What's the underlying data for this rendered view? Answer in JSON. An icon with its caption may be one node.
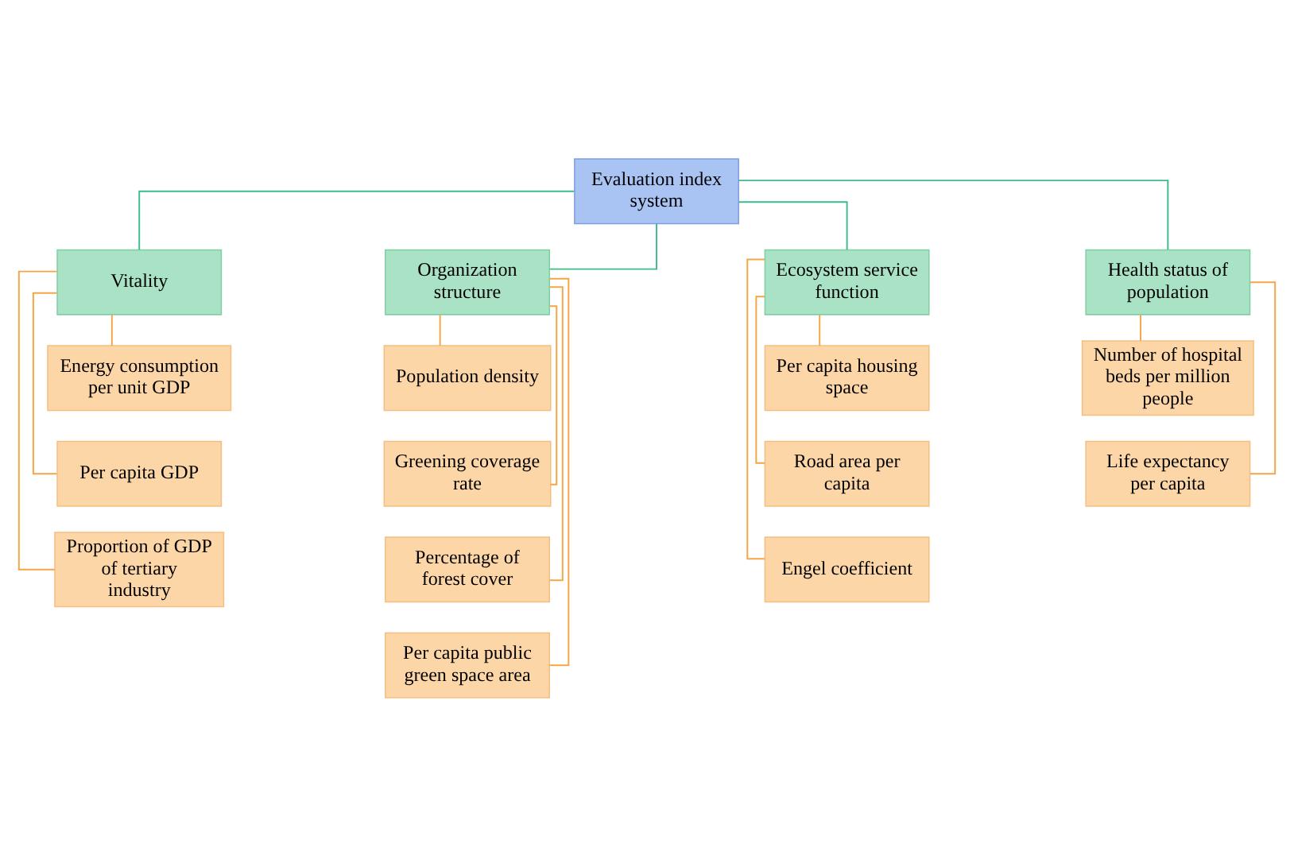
{
  "diagram": {
    "nodes": [
      {
        "text": [
          "Evaluation index system"
        ]
      },
      {
        "text": [
          "Vitality"
        ]
      },
      {
        "text": [
          "Organization structure"
        ]
      },
      {
        "text": [
          "Ecosystem service function"
        ]
      },
      {
        "text": [
          "Health status of population"
        ]
      },
      {
        "text": [
          "Energy consumption per unit GDP"
        ]
      },
      {
        "text": [
          "Per capita GDP"
        ]
      },
      {
        "text": [
          "Proportion of GDP of tertiary industry"
        ]
      },
      {
        "text": [
          "Population density"
        ]
      },
      {
        "text": [
          "Greening coverage rate"
        ]
      },
      {
        "text": [
          "Percentage of forest cover"
        ]
      },
      {
        "text": [
          "Per capita public green space area"
        ]
      },
      {
        "text": [
          "Per capita housing space"
        ]
      },
      {
        "text": [
          "Road area per capita"
        ]
      },
      {
        "text": [
          "Engel coefficient"
        ]
      },
      {
        "text": [
          "Number of hospital beds per million people"
        ]
      },
      {
        "text": [
          "Life expectancy per capita"
        ]
      }
    ],
    "edges": [
      {
        "from": 0,
        "to": 1,
        "arrow": "none",
        "color": "#3dbb8a"
      },
      {
        "from": 0,
        "to": 2,
        "arrow": "none",
        "color": "#3dbb8a"
      },
      {
        "from": 0,
        "to": 3,
        "arrow": "none",
        "color": "#3dbb8a"
      },
      {
        "from": 0,
        "to": 4,
        "arrow": "none",
        "color": "#3dbb8a"
      },
      {
        "from": 1,
        "to": 5,
        "arrow": "none"
      },
      {
        "from": 1,
        "to": 6,
        "arrow": "none"
      },
      {
        "from": 1,
        "to": 7,
        "arrow": "none"
      },
      {
        "from": 2,
        "to": 8,
        "arrow": "none"
      },
      {
        "from": 2,
        "to": 9,
        "arrow": "none"
      },
      {
        "from": 2,
        "to": 10,
        "arrow": "none"
      },
      {
        "from": 2,
        "to": 11,
        "arrow": "none"
      },
      {
        "from": 3,
        "to": 12,
        "arrow": "none"
      },
      {
        "from": 3,
        "to": 13,
        "arrow": "none"
      },
      {
        "from": 3,
        "to": 14,
        "arrow": "none"
      },
      {
        "from": 4,
        "to": 15,
        "arrow": "none"
      },
      {
        "from": 4,
        "to": 16,
        "arrow": "none"
      }
    ]
  }
}
